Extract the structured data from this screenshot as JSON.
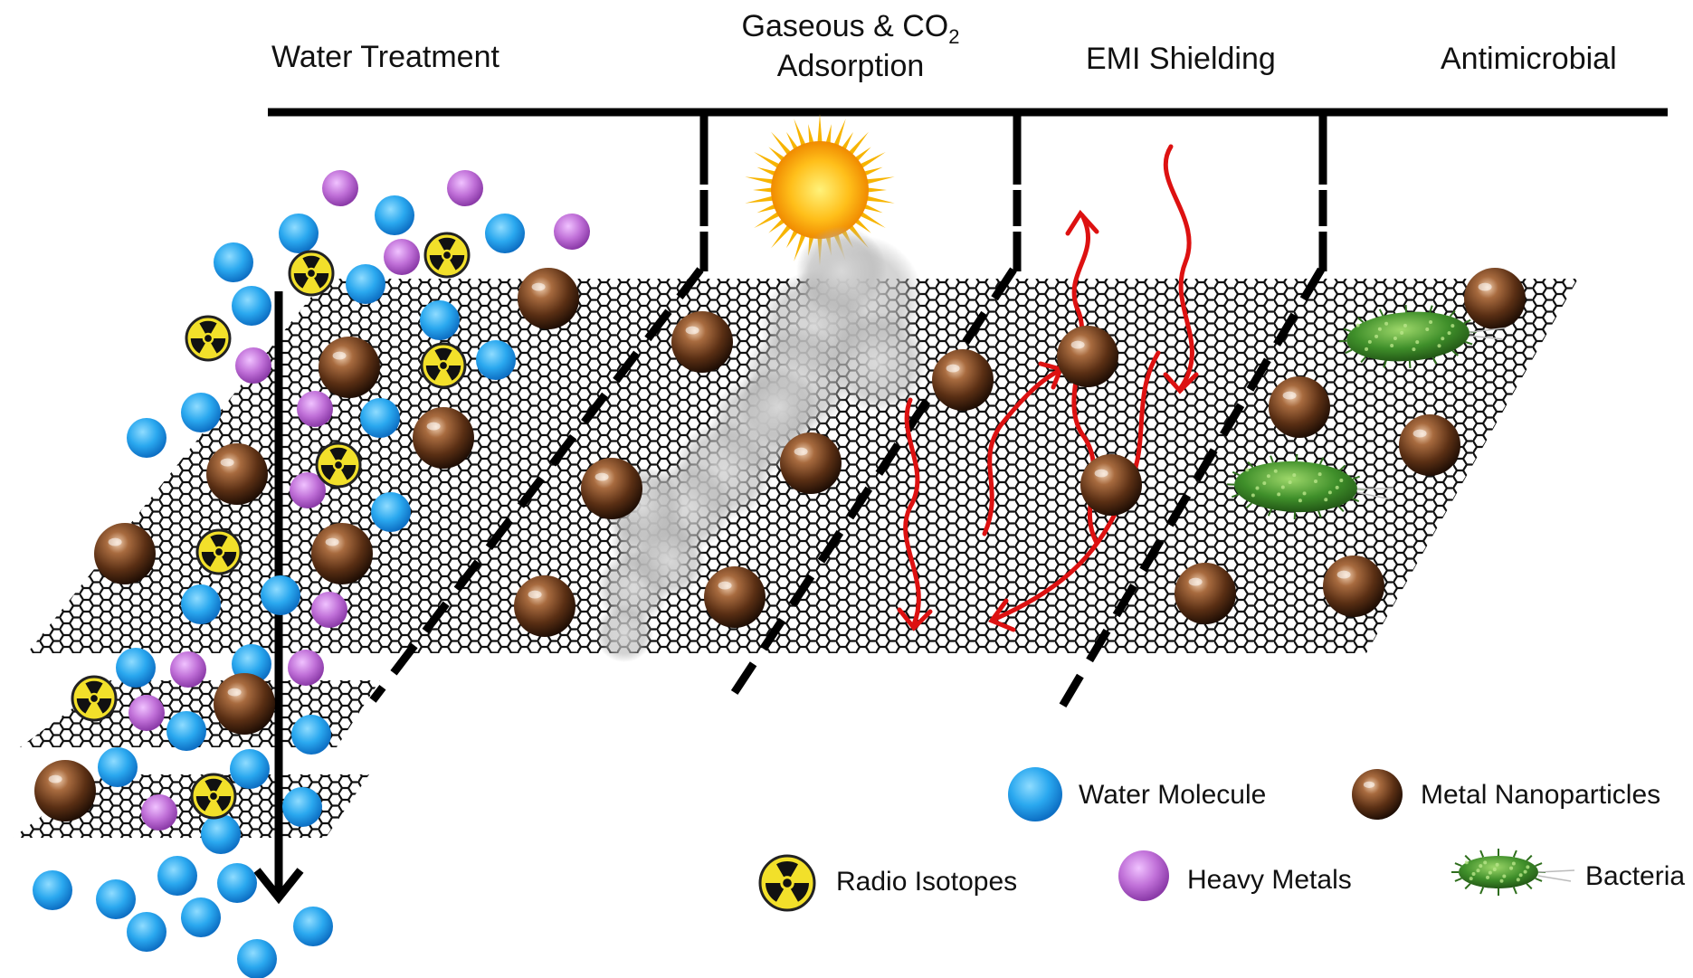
{
  "categories": {
    "water_treatment": "Water Treatment",
    "gas_line1_prefix": "Gaseous & CO",
    "gas_line1_sub": "2",
    "gas_line2": "Adsorption",
    "emi": "EMI Shielding",
    "antimicrobial": "Antimicrobial"
  },
  "legend": {
    "water": "Water Molecule",
    "metal": "Metal Nanoparticles",
    "radio": "Radio Isotopes",
    "heavy": "Heavy Metals",
    "bacteria": "Bacteria"
  },
  "colors": {
    "water": "#2aa8ef",
    "heavy_metal": "#c070d8",
    "metal_np": "#6b3d1e",
    "radio": "#f2e02a",
    "bacteria": "#3f8f2a",
    "wave": "#dd1111",
    "sun": "#f6a800"
  },
  "icons": [
    "sun-icon",
    "radioactive-icon",
    "bacteria-icon",
    "smoke-cloud"
  ]
}
